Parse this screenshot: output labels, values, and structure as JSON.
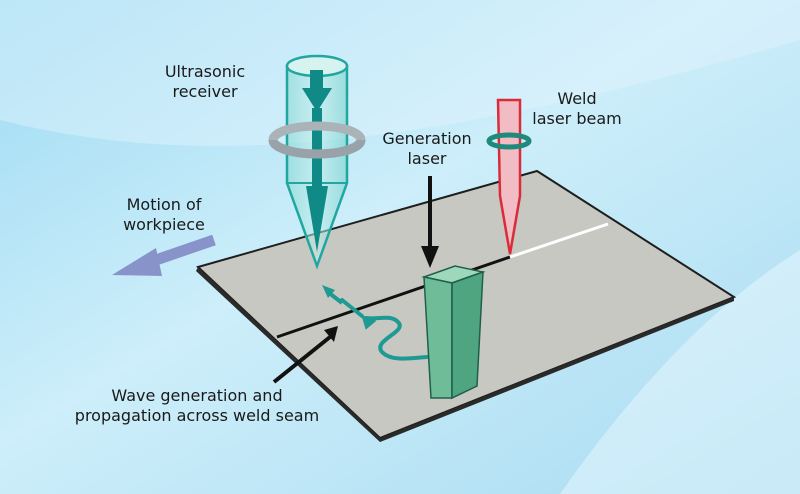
{
  "labels": {
    "ultrasonic_receiver": [
      "Ultrasonic",
      "receiver"
    ],
    "weld_laser_beam": [
      "Weld",
      "laser beam"
    ],
    "generation_laser": [
      "Generation",
      "laser"
    ],
    "motion_of_workpiece": [
      "Motion of",
      "workpiece"
    ],
    "wave_generation": [
      "Wave generation and",
      "propagation across weld seam"
    ]
  },
  "colors": {
    "background": "#bfe6f5",
    "plate": "#c8c8c2",
    "plate_edge": "#1e1e1e",
    "receiver_teal": "#22a6a0",
    "receiver_dark": "#0f8a86",
    "receiver_ring": "#a9b3b8",
    "weld_beam": "#d82c3a",
    "weld_beam_fill": "#f2bcc4",
    "generation_pulse": "#6fbd98",
    "wave_path": "#1e9a92",
    "motion_arrow": "#8893c9"
  }
}
